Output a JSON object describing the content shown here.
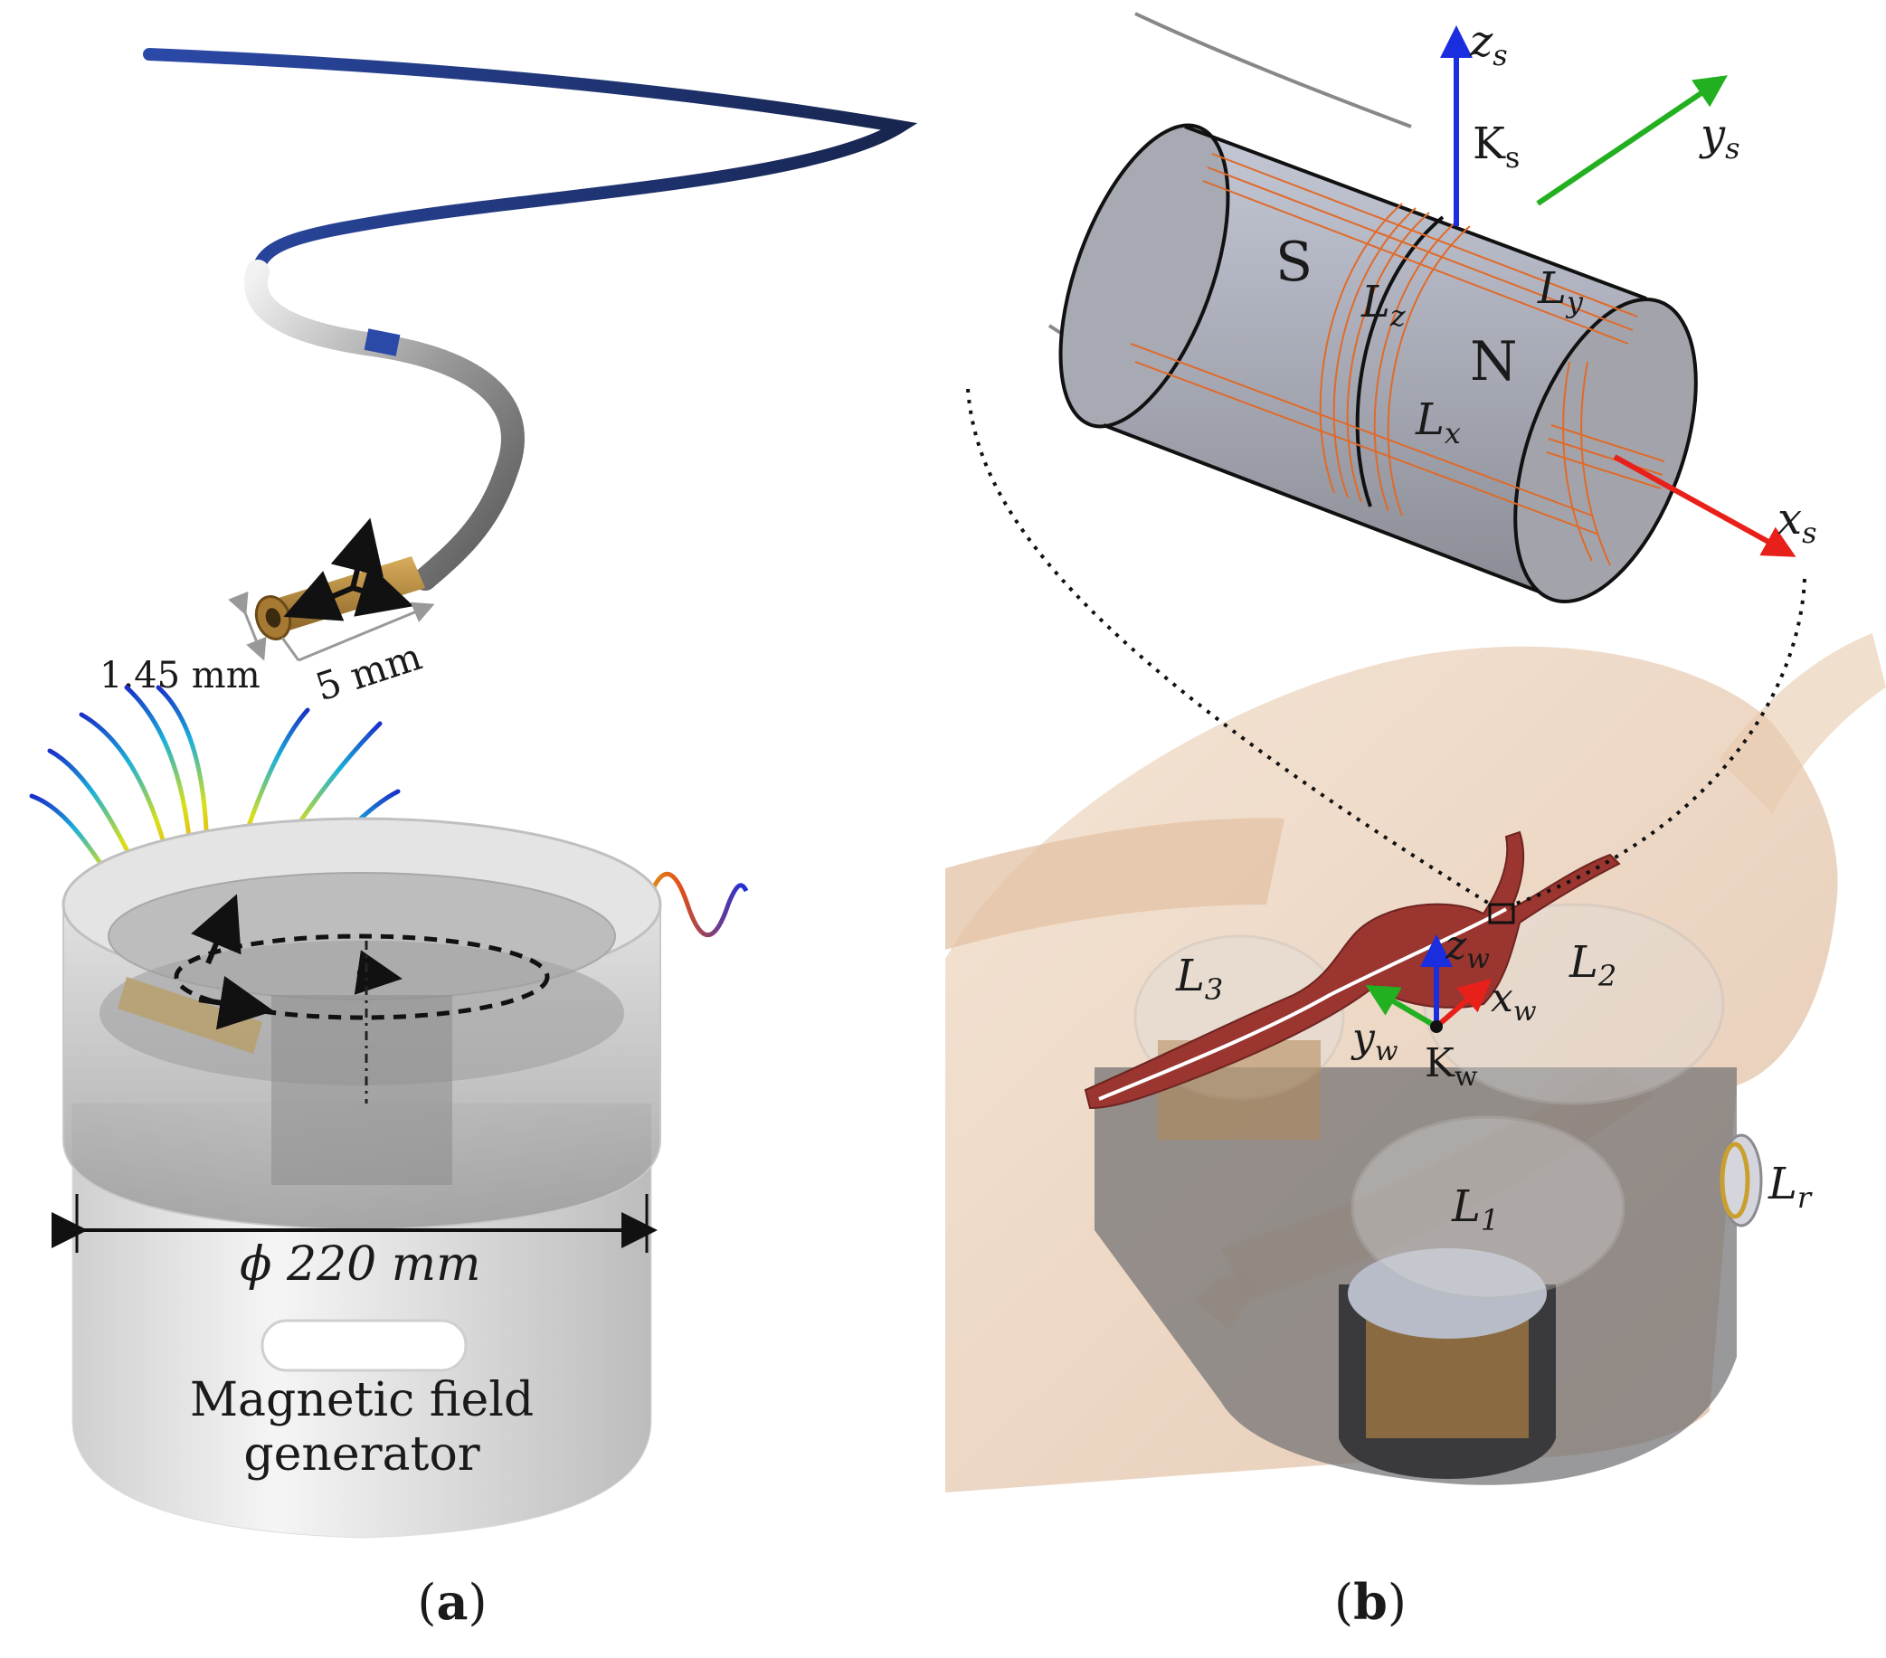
{
  "panel_a": {
    "dim_diameter": "1.45 mm",
    "dim_length": "5 mm",
    "dim_generator": "ϕ 220 mm",
    "generator_label_line1": "Magnetic field",
    "generator_label_line2": "generator",
    "caption_open": "(",
    "caption_letter": "a",
    "caption_close": ")"
  },
  "panel_b": {
    "axis_zs_main": "z",
    "axis_zs_sub": "s",
    "axis_ys_main": "y",
    "axis_ys_sub": "s",
    "axis_xs_main": "x",
    "axis_xs_sub": "s",
    "frame_ks_main": "K",
    "frame_ks_sub": "s",
    "pole_s": "S",
    "pole_n": "N",
    "coil_lz_main": "L",
    "coil_lz_sub": "z",
    "coil_ly_main": "L",
    "coil_ly_sub": "y",
    "coil_lx_main": "L",
    "coil_lx_sub": "x",
    "coil_l1_main": "L",
    "coil_l1_sub": "1",
    "coil_l2_main": "L",
    "coil_l2_sub": "2",
    "coil_l3_main": "L",
    "coil_l3_sub": "3",
    "coil_lr_main": "L",
    "coil_lr_sub": "r",
    "axis_zw_main": "z",
    "axis_zw_sub": "w",
    "axis_xw_main": "x",
    "axis_xw_sub": "w",
    "axis_yw_main": "y",
    "axis_yw_sub": "w",
    "frame_kw_main": "K",
    "frame_kw_sub": "w",
    "caption_open": "(",
    "caption_letter": "b",
    "caption_close": ")"
  },
  "colors": {
    "axis_x": "#e8201a",
    "axis_y": "#22b020",
    "axis_z": "#1a2ee0",
    "coil_wire": "#e06a2a",
    "catheter_blue": "#2b4aa8",
    "sensor_gold": "#b8893a",
    "vessel_red": "#9a3530",
    "skin": "#e8c9ae",
    "generator_white": "#e6e6e6"
  }
}
